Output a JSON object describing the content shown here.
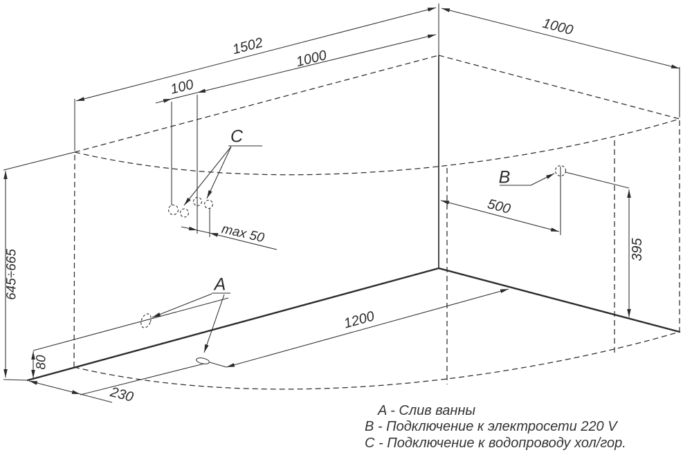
{
  "drawing": {
    "title": "bathtub-installation-dimensions",
    "line_color": "#2b2b2b",
    "dims": {
      "total_width": "1502",
      "inner_width": "1000",
      "pair_offset": "100",
      "side_depth": "1000",
      "max_spacing": "max 50",
      "electric_offset": "500",
      "electric_height": "395",
      "drain_length": "1200",
      "drain_offset": "230",
      "foot_height": "80",
      "rim_height": "645÷665"
    },
    "labels": {
      "drain": "A",
      "electric": "B",
      "water": "C"
    },
    "legend": {
      "items": [
        {
          "text": "A - Слив ванны"
        },
        {
          "text": "B - Подключение к электросети 220 V"
        },
        {
          "text": "C - Подключение к водопроводу хол/гор."
        }
      ]
    }
  }
}
